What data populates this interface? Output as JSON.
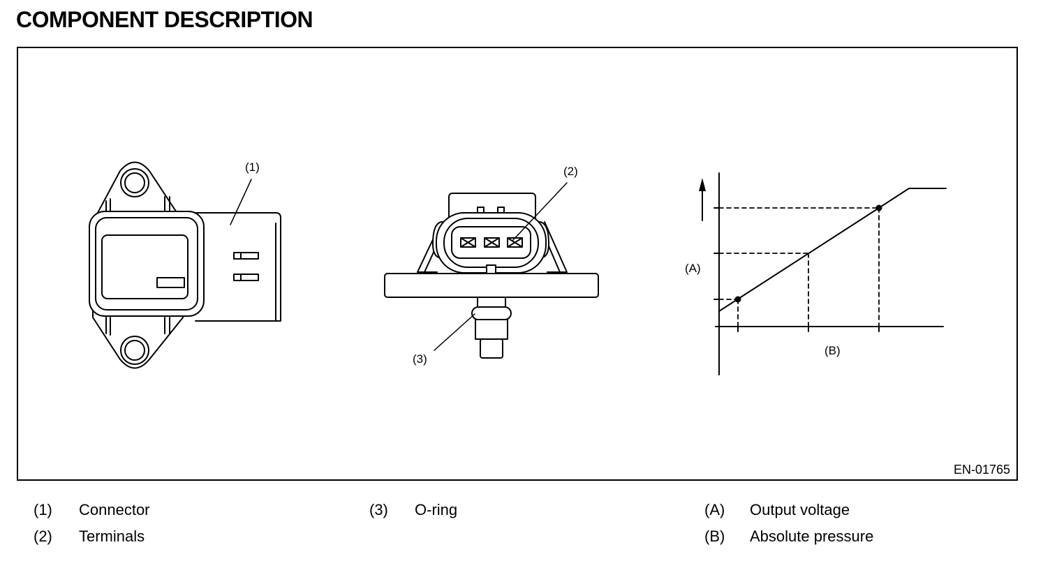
{
  "page": {
    "title": "COMPONENT DESCRIPTION"
  },
  "figure": {
    "id": "EN-01765",
    "callouts": {
      "c1": "(1)",
      "c2": "(2)",
      "c3": "(3)"
    },
    "graph": {
      "y_axis_label": "(A)",
      "x_axis_label": "(B)"
    }
  },
  "legend": [
    {
      "key": "(1)",
      "text": "Connector"
    },
    {
      "key": "(2)",
      "text": "Terminals"
    },
    {
      "key": "(3)",
      "text": "O-ring"
    },
    {
      "key": "(A)",
      "text": "Output voltage"
    },
    {
      "key": "(B)",
      "text": "Absolute pressure"
    }
  ]
}
